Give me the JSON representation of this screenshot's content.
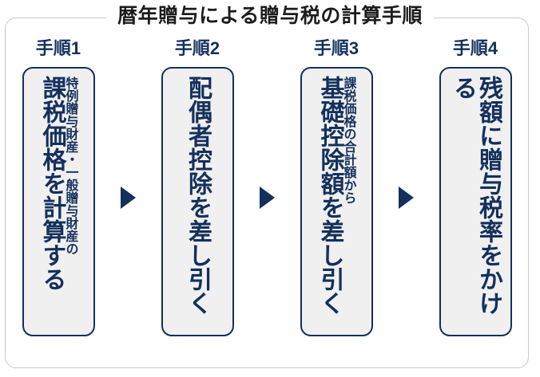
{
  "frame": {
    "title": "暦年贈与による贈与税の計算手順",
    "border_color": "#c9c9cc",
    "title_color": "#1c1c1c"
  },
  "theme": {
    "navy": "#14305c",
    "box_fill": "#f0f0f1",
    "background": "#ffffff"
  },
  "steps": [
    {
      "label": "手順1",
      "lead_text": "特例贈与財産・一般贈与財産の",
      "main_text": "課税価格を計算する"
    },
    {
      "label": "手順2",
      "lead_text": "",
      "main_text": "配偶者控除を差し引く"
    },
    {
      "label": "手順3",
      "lead_text": "課税価格の合計額から",
      "main_text": "基礎控除額を差し引く"
    },
    {
      "label": "手順4",
      "lead_text": "",
      "main_text": "残額に贈与税率をかける"
    }
  ],
  "arrows": [
    {
      "name": "arrow-1-to-2",
      "glyph": "▶"
    },
    {
      "name": "arrow-2-to-3",
      "glyph": "▶"
    },
    {
      "name": "arrow-3-to-4",
      "glyph": "▶"
    }
  ]
}
